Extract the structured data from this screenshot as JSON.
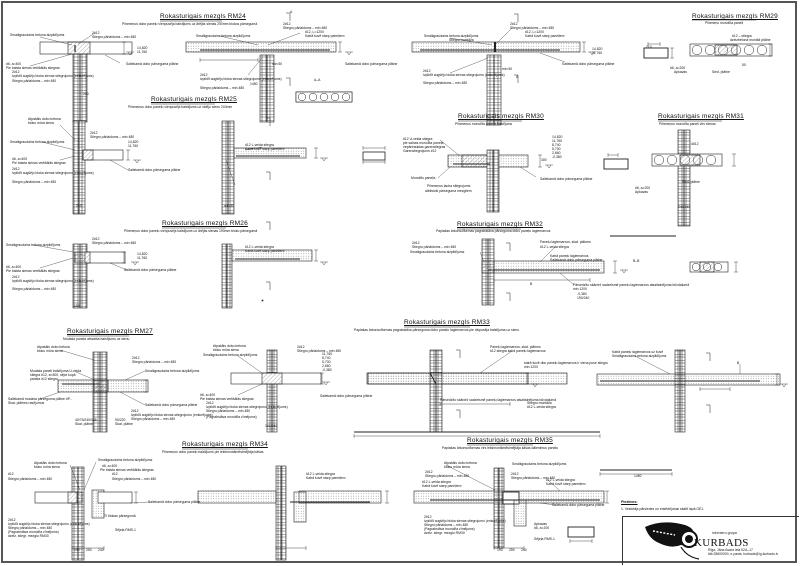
{
  "sheet": {
    "type": "reinforced concrete connection details drawing",
    "language": "Latvian"
  },
  "details": [
    {
      "id": "RM24",
      "title": "Rokasturigais mezgls RM24",
      "subtitle": "Pilnmeņus dobo paneļu vienpusēja balstījums uz ārējās sienas 250mm blokos pārsegumā",
      "labels": [
        "Smalkgraudains betona aizpildījums",
        "2#12",
        "Stiegru pārlaidums – min 480",
        "#6, a=400",
        "Pie balsta sienas vertikālās stiegras",
        "2#12",
        "Izpildīt augšējo bloka sienas stiegrojumu (enkurējums)",
        "Stiegru pārlaidums – min 480",
        "Saliekamā dobo pārseguma plātne",
        "14,820",
        "11,760",
        "240",
        "2#12",
        "Stiegru pārlaidums – min 480",
        "#12, L=1200",
        "Katrā šuvē starp paneļiem",
        "Smalkgraudains betona aizpildījums",
        "Saliekamā dobo pārseguma plātne",
        "1450",
        "2#12",
        "Izpildīt augšējo bloka sienas stiegrojumu (enkurējums)",
        "Stiegru pārlaidums – min 480",
        "min 50",
        "A",
        "A–A"
      ]
    },
    {
      "id": "RM24-b",
      "title": "",
      "subtitle": "",
      "labels": [
        "Smalkgraudains betona aizpildījums",
        "Stiegru montāža",
        "2#12",
        "Stiegru pārlaidums – min 480",
        "#12, L=1200",
        "Katrā šuvē starp paneļiem",
        "2#12",
        "Izpildīt augšējo bloka sienas stiegrojumu (enkurējums)",
        "Stiegru pārlaidums – min 480",
        "Saliekamā dobo pārseguma plātne",
        "14,820",
        "11,760",
        "min 50",
        "A"
      ]
    },
    {
      "id": "RM29",
      "title": "Rokasturigais mezgls RM29",
      "subtitle": "Pilnmeņu monolīta paneļi",
      "labels": [
        "#12 – stiegra",
        "dzelzbetona montāž plātne",
        "#6, a=200",
        "Apkavas",
        "Sied. plātne",
        "50",
        "210"
      ]
    },
    {
      "id": "RM25",
      "title": "Rokasturigais mezgls RM25",
      "subtitle": "Pilnmeņus dobo paneļu vienpusējs balstījums uz vidējo sienu 240mm",
      "labels": [
        "Atpakāls dobo betona",
        "bloku mūra siena",
        "2#12",
        "Stiegru pārlaidums – min 480",
        "Smalkgraudains betona aizpildījums",
        "#6, a=400",
        "Pie balsta sienas vertikālās stiegras",
        "2#12",
        "Izpildīt augšējo bloka sienas stiegrojumu (enkurējums)",
        "Stiegru pārlaidums – min 480",
        "Saliekamā dobo pārseguma plātne",
        "14,820",
        "11,760",
        "240",
        "#12 L-veida stiegra",
        "Katrā šuvē starp paneļiem",
        "min 50"
      ]
    },
    {
      "id": "RM30",
      "title": "Rokasturigais mezgls RM30",
      "subtitle": "Pilnmeņus monolīta paneļa balstījums",
      "labels": [
        "#12 U-veida stiegra",
        "pie salnas monolīta paneļa",
        "nepārtrauktas garenstiegras",
        "Garenstiegrojums #12",
        "Monolīts paneļis",
        "Pilnmeņus ļauba stiegrojums",
        "atbilstoši pārseguma mezgliem",
        "Saliekamā dobo pārseguma plātne",
        "14,820",
        "11,760",
        "8,740",
        "5,700",
        "2,660",
        "-0,380",
        "300"
      ]
    },
    {
      "id": "RM31",
      "title": "Rokasturigais mezgls RM31",
      "subtitle": "Pilnmeņus monolīta paneļi virs sienas",
      "labels": [
        "4#12",
        "#6, a=200",
        "Apkavas",
        "Sied. plātne",
        "240/240"
      ]
    },
    {
      "id": "RM26",
      "title": "Rokasturigais mezgls RM26",
      "subtitle": "Pilnmeņus dobo paneļu vienpusējs balstījums uz ārējās sienas 190mm bloku pārsegumā",
      "labels": [
        "Smalkgraudains betona aizpildījums",
        "2#12",
        "Stiegru pārlaidums – min 480",
        "#6, a=400",
        "Pie balsta sienas vertikālās stiegras",
        "2#12",
        "Izpildīt augšējo bloka sienas stiegrojumu (enkurējums)",
        "Stiegru pārlaidums – min 480",
        "Saliekamā dobo pārseguma plātne",
        "14,820",
        "11,760",
        "190",
        "#12 L-veida stiegra",
        "Katrā šuvē starp paneļiem"
      ]
    },
    {
      "id": "RM32",
      "title": "Rokasturigais mezgls RM32",
      "subtitle": "Paplašas ārkonsolformas pagrabstāva pārseguma dobo paneļu lagiemarxos",
      "labels": [
        "2#12",
        "Stiegru pārlaidums – min 480",
        "Smalkgraudains betona aizpildījums",
        "Paneļu lagiemarxos, skat. plātnes",
        "#12 L-veida stiegra",
        "Katrā paneļu lagiemarxos",
        "Saliekamā dobo pārseguma plātne",
        "Pārsedzīto skārdnī sadzelsmē paneļu lagiemarxos atsaitainējuma būvdaļumā",
        "min 1200",
        "-0,380",
        "190/240",
        "B",
        "B–B"
      ]
    },
    {
      "id": "RM27",
      "title": "Rokasturigais mezgls RM27",
      "subtitle": "Modaša paneļa atsvaiša balstījums uz sienu",
      "labels": [
        "Atpakāls dobo betona",
        "bloku mūra siena",
        "2#12",
        "Stiegru pārlaidums – min 480",
        "Modaša paneļi balstījuma U-veida",
        "stiegra #12, a=500, sējot kopā",
        "paneļa #12 stiegru",
        "Smalkgraudains betona aizpildījums",
        "Saliekamā modaša pārseguma plātne #P...",
        "Skat. plātnes rasējumus",
        "Saliekamā dobo pārseguma plātne",
        "2#12",
        "Izpildīt augšējo bloka sienas stiegrojumu (enkurējums)",
        "Stiegru pārlaidums – min 480",
        "40/75/240/165",
        "Skat. plātne",
        "90/220",
        "Skat. plātne"
      ]
    },
    {
      "id": "RM33",
      "title": "Rokasturigais mezgls RM33",
      "subtitle": "Paplašas ārkonsolformas pagrabstāva pārseguma dobo paneļu lagiemarxos pie divpusēja balstījuma uz sienu",
      "labels": [
        "Atpakāls dobo betona",
        "bloku mūra siena",
        "2#12",
        "Stiegru pārlaidums – min 480",
        "Smalkgraudains betona aizpildījums",
        "11,760",
        "8,740",
        "5,700",
        "2,660",
        "-0,380",
        "#6, a=400",
        "Pie balsta sienas vertikālās stiegras",
        "2#12",
        "Izpildīt augšējo bloka sienas stiegrojumu (enkurējums)",
        "Stiegru pārlaidums – min 480",
        "(Pagrabstāva monolīta zīmējums)",
        "Saliekamā dobo pārseguma plātne",
        "190/240",
        "Paneļu lagiemarxos, skat. plātnes",
        "#12 stiegra katrā paneļu lagiemarxos",
        "katrā šuvē dbu paneļu lagiemarxos ir viena puse stiegru",
        "min 1200",
        "Pārsedzīto skārdnī sadzelsmē paneļu lagiemarxos atsaitainējuma būvdaļumā",
        "Stiegru montāža",
        "#12 L-veida stiegra",
        "Katrā paneļu lagiemarxos uz šuvē",
        "Smalkgraudains betona aizpildījums",
        "B"
      ]
    },
    {
      "id": "RM34",
      "title": "Rokasturigais mezgls RM34",
      "subtitle": "Pilnmeņus dobo paneļu balstījums pie iekšmontāmēsimējtāja kāšas",
      "labels": [
        "Atpakāls dobo betona",
        "bloku mūra siena",
        "#12",
        "Stiegru pārlaidums – min 480",
        "Smalkgraudains betona aizpildījums",
        "#6, a=400",
        "Pie balsta sienas vertikālās stiegras",
        "#12",
        "Stiegru pārlaidums – min 480",
        "2#12",
        "Izpildīt augšējo bloka sienas stiegrojumu (enkurējums)",
        "Stiegru pārlaidums – min 480",
        "(Pagrabstāva monolīta zīmējums)",
        "dzelz. stiegr. mezglu RM30",
        "Saliekamā dobo pārseguma plātne",
        "Sējeļa RMS-1",
        "TI blokas pārsegumā",
        "190",
        "250",
        "240",
        "#12 L-veida stiegra",
        "Katrā šuvē starp paneļiem"
      ]
    },
    {
      "id": "RM35",
      "title": "Rokasturigais mezgls RM35",
      "subtitle": "Paplašas ārkonsolformas virs iekšmontāmēsimējtāja kāšas dālenimus paneļu",
      "labels": [
        "Atpakāls dobo betona",
        "bloku mūra siena",
        "2#12",
        "Stiegru pārlaidums – min 480",
        "#12 L-veida stiegra",
        "Katrā šuvē starp paneļiem",
        "Smalkgraudains betona aizpildījums",
        "2#12",
        "Stiegru pārlaidums – min 480",
        "#12 L-veida stiegra",
        "Katrā šuvē starp paneļiem",
        "2#12",
        "Izpildīt augšējo bloka sienas stiegrojumu (enkurējums)",
        "Stiegru pārlaidums – min 480",
        "(Pagrabstāva monolīta zīmējums)",
        "dzelz. stiegr. mezglu RM30",
        "Saliekamā dobo pārseguma plātne",
        "Apkavas",
        "#6, a=200",
        "Sējeļa RMS-1",
        "190",
        "250",
        "240",
        "1450"
      ]
    }
  ],
  "notes": {
    "heading": "Piezīmes:",
    "items": [
      "1. Veidotājs pārsiedes un enkēdējumai skatīt lapā GE1."
    ]
  },
  "title_block": {
    "group_label": "inženieru grupa",
    "company": "KURBADS",
    "address_line1": "Rīga, Jāņa Asara iela 52A–17",
    "address_line2": "tālr.28600000, e-pasts: kurbads@ig-kurbads.lv"
  }
}
